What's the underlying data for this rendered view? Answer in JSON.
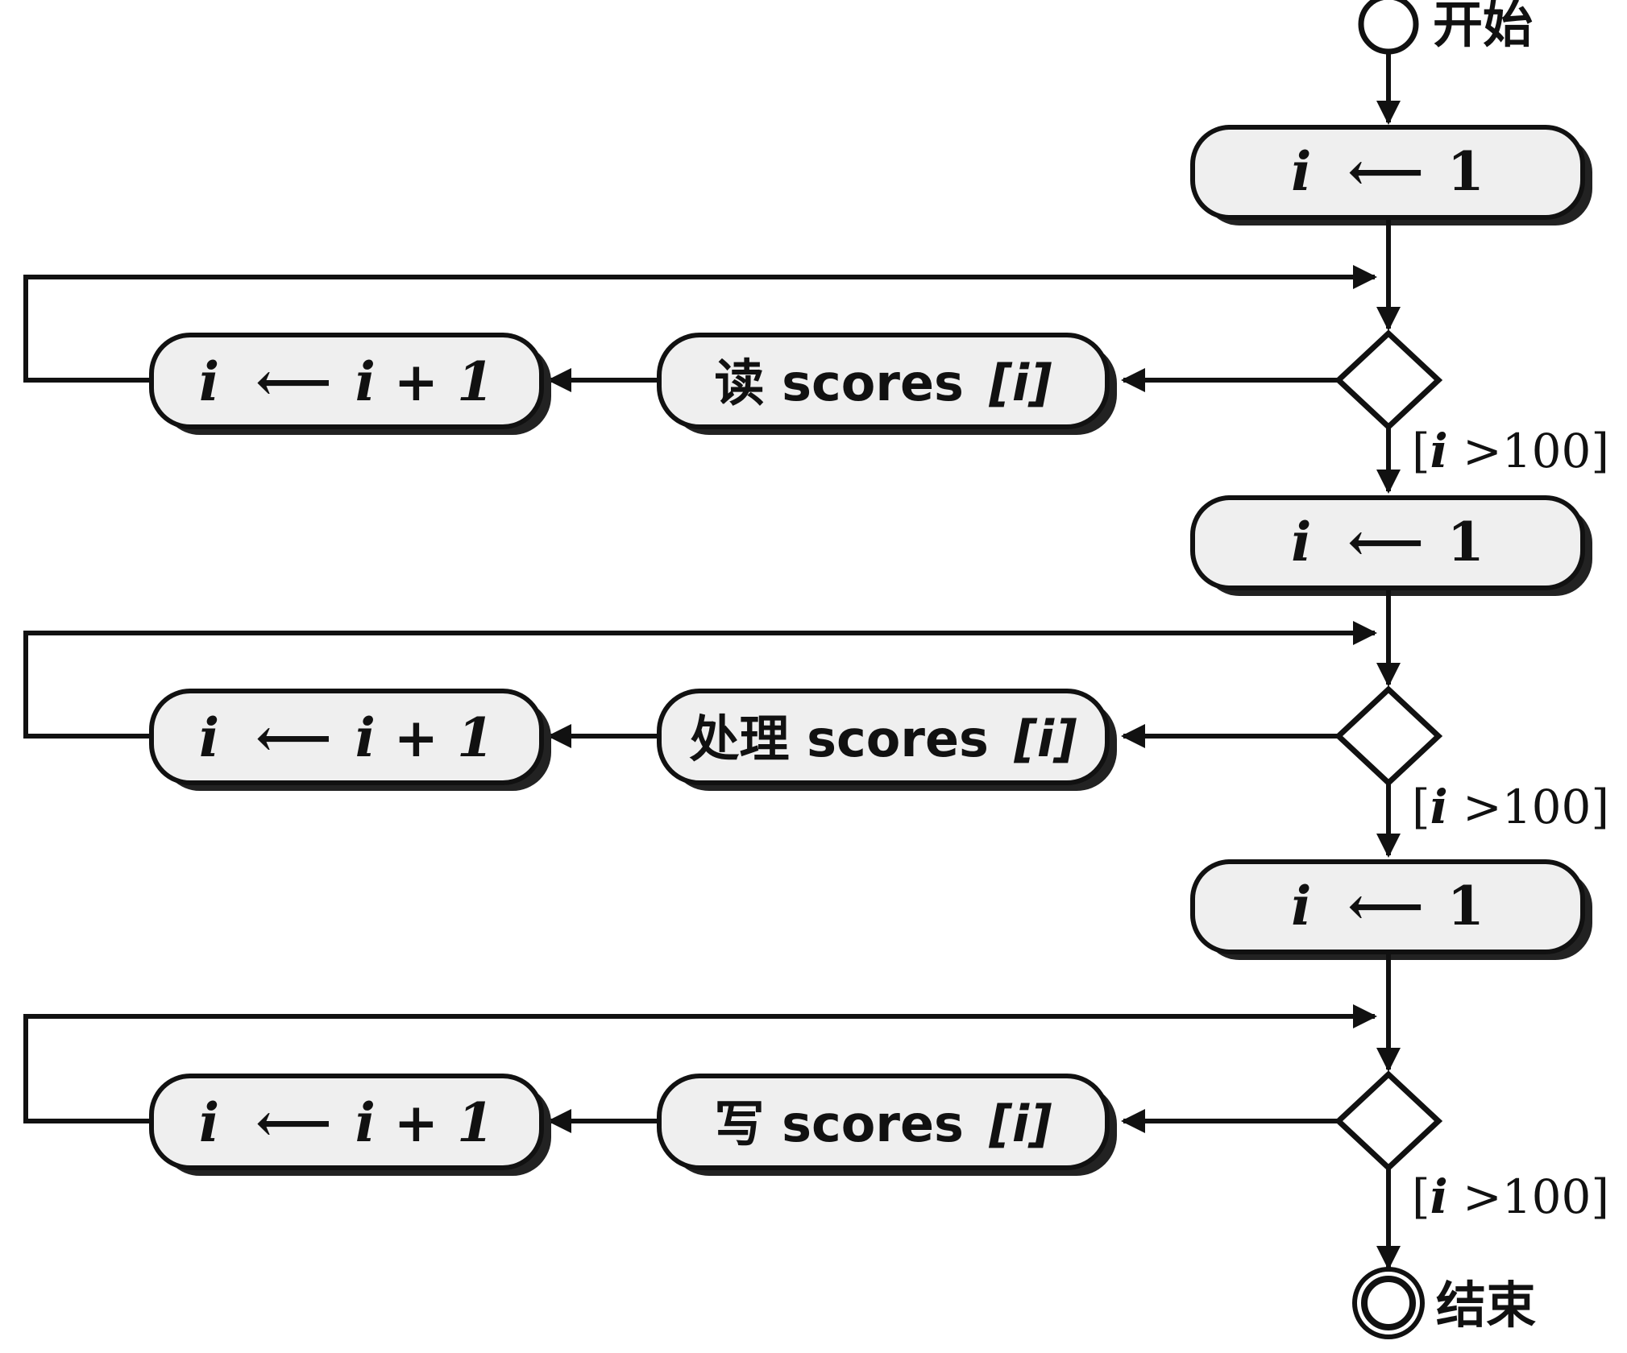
{
  "nodes": {
    "start_label": "开始",
    "end_label": "结束"
  },
  "loops": [
    {
      "init": {
        "var": "i",
        "arrow": "⟵",
        "val": "1"
      },
      "action": {
        "prefix": "读",
        "word": "scores",
        "index": "[i]"
      },
      "incr": {
        "var": "i",
        "arrow": "⟵",
        "rhs": "i + 1"
      },
      "guard": {
        "open": "[",
        "var": "i",
        "rest": " >100]"
      }
    },
    {
      "init": {
        "var": "i",
        "arrow": "⟵",
        "val": "1"
      },
      "action": {
        "prefix": "处理",
        "word": "scores",
        "index": "[i]"
      },
      "incr": {
        "var": "i",
        "arrow": "⟵",
        "rhs": "i + 1"
      },
      "guard": {
        "open": "[",
        "var": "i",
        "rest": " >100]"
      }
    },
    {
      "init": {
        "var": "i",
        "arrow": "⟵",
        "val": "1"
      },
      "action": {
        "prefix": "写",
        "word": "scores",
        "index": "[i]"
      },
      "incr": {
        "var": "i",
        "arrow": "⟵",
        "rhs": "i + 1"
      },
      "guard": {
        "open": "[",
        "var": "i",
        "rest": " >100]"
      }
    }
  ]
}
